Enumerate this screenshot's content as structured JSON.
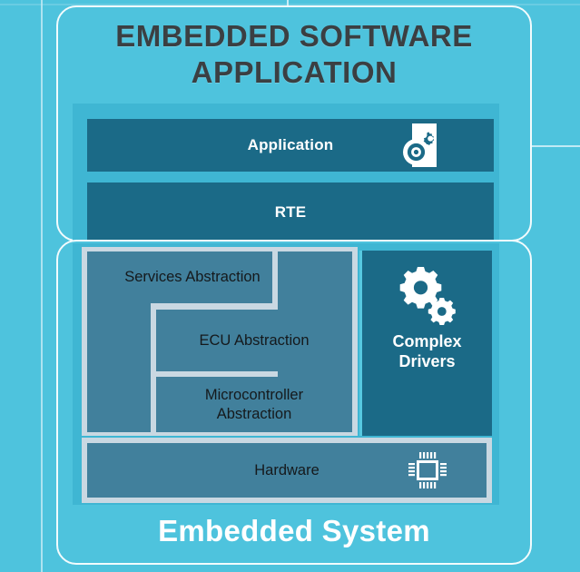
{
  "diagram": {
    "type": "layered-architecture",
    "title": "EMBEDDED SOFTWARE APPLICATION",
    "footer_title": "Embedded System",
    "colors": {
      "canvas_cyan": "#4ec3dd",
      "tray_cyan": "#3fb6d3",
      "dark_teal": "#1b6a87",
      "steel_blue": "#41809c",
      "frame_grey": "#c9d8e2",
      "outline_white": "#f2fbfd",
      "title_dark": "#3b3f42"
    },
    "upper_group": {
      "name": "EMBEDDED SOFTWARE APPLICATION",
      "layers": [
        {
          "label": "Application",
          "icon": "application-gear-document-icon"
        },
        {
          "label": "RTE",
          "icon": ""
        }
      ]
    },
    "lower_group": {
      "name": "Embedded System",
      "abstraction_layers": [
        {
          "label": "Services Abstraction"
        },
        {
          "label": "ECU Abstraction"
        },
        {
          "label": "Microcontroller Abstraction",
          "line1": "Microcontroller",
          "line2": "Abstraction"
        }
      ],
      "side_block": {
        "label": "Complex Drivers",
        "line1": "Complex",
        "line2": "Drivers",
        "icon": "two-gears-icon"
      },
      "base_layer": {
        "label": "Hardware",
        "icon": "microchip-icon"
      }
    },
    "icons": {
      "application": "application-gear-document-icon",
      "complex_drivers": "two-gears-icon",
      "hardware": "microchip-icon"
    }
  }
}
